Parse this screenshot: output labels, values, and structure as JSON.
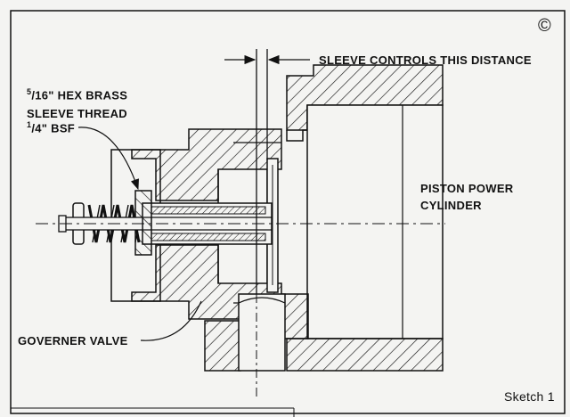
{
  "labels": {
    "copyright": "©",
    "sleeve_controls": "SLEEVE CONTROLS THIS DISTANCE",
    "hex_brass_fraction_num": "5",
    "hex_brass_rest": "/16\" HEX BRASS",
    "sleeve_thread": "SLEEVE THREAD",
    "bsf_fraction_num": "1",
    "bsf_rest": "/4\" BSF",
    "piston_power_line1": "PISTON POWER",
    "piston_power_line2": "CYLINDER",
    "governer_valve": "GOVERNER VALVE",
    "sketch": "Sketch 1"
  }
}
